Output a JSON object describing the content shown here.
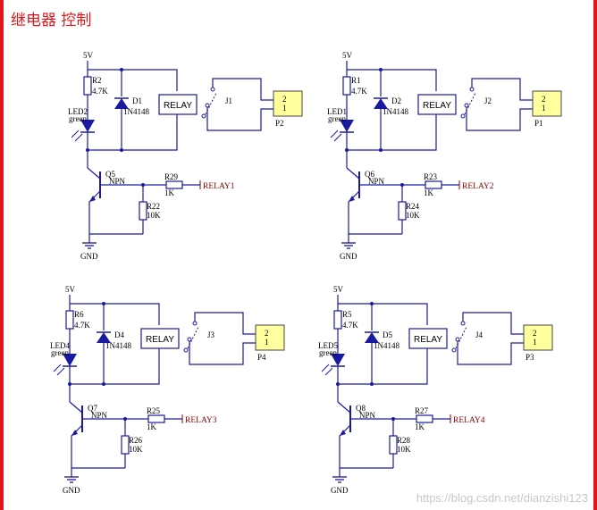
{
  "title": "继电器 控制",
  "watermark": "https://blog.csdn.net/dianzishi123",
  "colors": {
    "wire": "#1a1aa0",
    "frame": "#e0161c",
    "netlabel": "#8b0000",
    "connector_fill": "#ffff9e"
  },
  "channels": [
    {
      "vcc": "5V",
      "gnd": "GND",
      "r_led": {
        "ref": "R2",
        "value": "4.7K"
      },
      "led": {
        "ref": "LED2",
        "color": "green"
      },
      "diode": {
        "ref": "D1",
        "value": "1N4148"
      },
      "relay": {
        "ref": "J1",
        "label": "RELAY"
      },
      "connector": {
        "ref": "P2",
        "pins": [
          "2",
          "1"
        ]
      },
      "transistor": {
        "ref": "Q5",
        "type": "NPN"
      },
      "r_base": {
        "ref": "R29",
        "value": "1K"
      },
      "r_pd": {
        "ref": "R22",
        "value": "10K"
      },
      "net": "RELAY1"
    },
    {
      "vcc": "5V",
      "gnd": "GND",
      "r_led": {
        "ref": "R1",
        "value": "4.7K"
      },
      "led": {
        "ref": "LED1",
        "color": "green"
      },
      "diode": {
        "ref": "D2",
        "value": "1N4148"
      },
      "relay": {
        "ref": "J2",
        "label": "RELAY"
      },
      "connector": {
        "ref": "P1",
        "pins": [
          "2",
          "1"
        ]
      },
      "transistor": {
        "ref": "Q6",
        "type": "NPN"
      },
      "r_base": {
        "ref": "R23",
        "value": "1K"
      },
      "r_pd": {
        "ref": "R24",
        "value": "10K"
      },
      "net": "RELAY2"
    },
    {
      "vcc": "5V",
      "gnd": "GND",
      "r_led": {
        "ref": "R6",
        "value": "4.7K"
      },
      "led": {
        "ref": "LED4",
        "color": "green"
      },
      "diode": {
        "ref": "D4",
        "value": "1N4148"
      },
      "relay": {
        "ref": "J3",
        "label": "RELAY"
      },
      "connector": {
        "ref": "P4",
        "pins": [
          "2",
          "1"
        ]
      },
      "transistor": {
        "ref": "Q7",
        "type": "NPN"
      },
      "r_base": {
        "ref": "R25",
        "value": "1K"
      },
      "r_pd": {
        "ref": "R26",
        "value": "10K"
      },
      "net": "RELAY3"
    },
    {
      "vcc": "5V",
      "gnd": "GND",
      "r_led": {
        "ref": "R5",
        "value": "4.7K"
      },
      "led": {
        "ref": "LED5",
        "color": "green"
      },
      "diode": {
        "ref": "D5",
        "value": "1N4148"
      },
      "relay": {
        "ref": "J4",
        "label": "RELAY"
      },
      "connector": {
        "ref": "P3",
        "pins": [
          "2",
          "1"
        ]
      },
      "transistor": {
        "ref": "Q8",
        "type": "NPN"
      },
      "r_base": {
        "ref": "R27",
        "value": "1K"
      },
      "r_pd": {
        "ref": "R28",
        "value": "10K"
      },
      "net": "RELAY4"
    }
  ]
}
